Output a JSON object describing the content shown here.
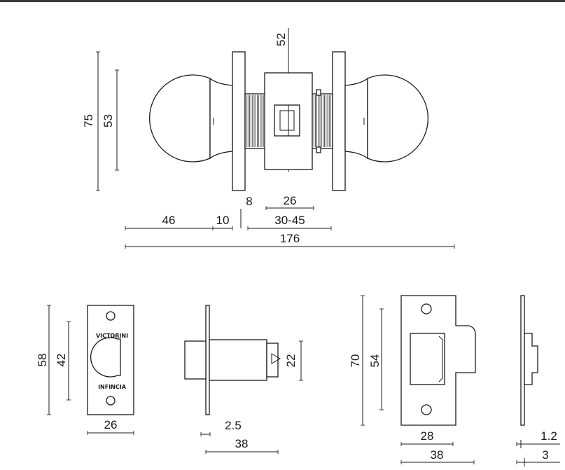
{
  "knob": {
    "dims": {
      "height_overall": "75",
      "knob_diameter": "53",
      "top_marker": "52",
      "rose_offset": "8",
      "latch_body": "26",
      "knob_length": "46",
      "rose_length": "10",
      "door_range": "30-45",
      "overall_length": "176"
    }
  },
  "faceplate": {
    "brand_top": "VICTORINI",
    "brand_bottom": "INFINCIA",
    "dims": {
      "height": "58",
      "hole_span": "42",
      "width": "26"
    }
  },
  "latch": {
    "dims": {
      "plate_thickness": "2.5",
      "backset": "38",
      "bolt_height": "22"
    }
  },
  "strike": {
    "dims": {
      "height": "70",
      "hole_span": "54",
      "width_inner": "28",
      "width_outer": "38"
    }
  },
  "strike_side": {
    "dims": {
      "plate_thickness": "1.2",
      "lip_depth": "3"
    }
  }
}
